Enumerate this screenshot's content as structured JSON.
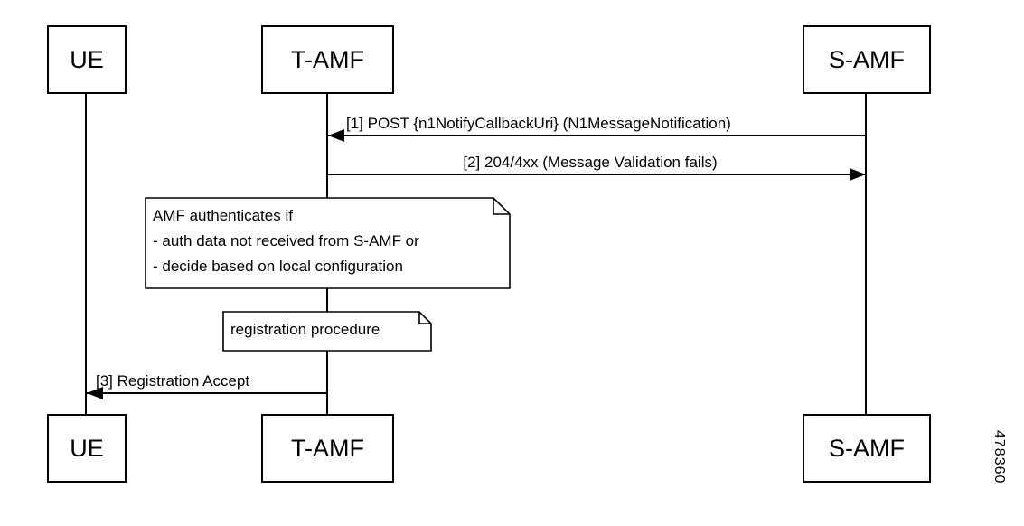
{
  "diagram": {
    "type": "sequence-diagram",
    "actors": [
      {
        "id": "ue",
        "label": "UE"
      },
      {
        "id": "tamf",
        "label": "T-AMF"
      },
      {
        "id": "samf",
        "label": "S-AMF"
      }
    ],
    "messages": [
      {
        "seq": "1",
        "label": "[1] POST {n1NotifyCallbackUri} (N1MessageNotification)",
        "from": "S-AMF",
        "to": "T-AMF"
      },
      {
        "seq": "2",
        "label": "[2] 204/4xx (Message Validation fails)",
        "from": "T-AMF",
        "to": "S-AMF"
      },
      {
        "seq": "3",
        "label": "[3] Registration Accept",
        "from": "T-AMF",
        "to": "UE"
      }
    ],
    "notes": [
      {
        "lines": [
          "AMF authenticates if",
          "- auth data not received from S-AMF or",
          "- decide based on local configuration"
        ]
      },
      {
        "lines": [
          "registration procedure"
        ]
      }
    ],
    "figure_number": "478360",
    "colors": {
      "line": "#000000",
      "background": "#ffffff"
    }
  }
}
